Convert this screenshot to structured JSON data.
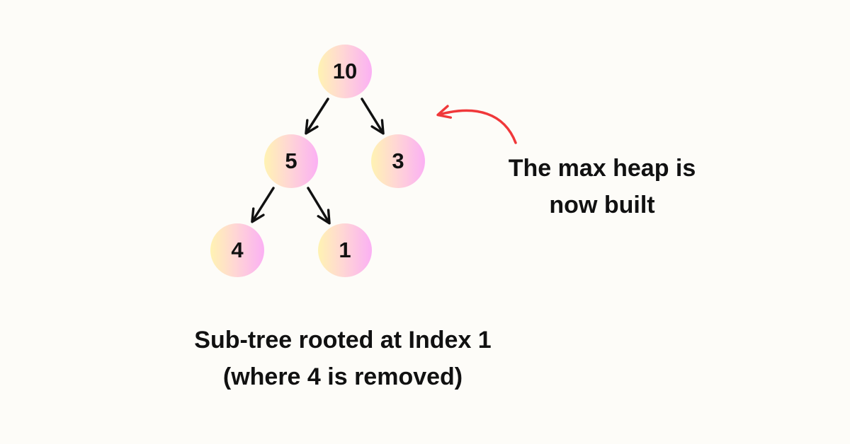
{
  "tree": {
    "nodes": [
      {
        "id": "root",
        "value": "10"
      },
      {
        "id": "left",
        "value": "5"
      },
      {
        "id": "right",
        "value": "3"
      },
      {
        "id": "left-left",
        "value": "4"
      },
      {
        "id": "left-right",
        "value": "1"
      }
    ],
    "edges": [
      {
        "from": "root",
        "to": "left"
      },
      {
        "from": "root",
        "to": "right"
      },
      {
        "from": "left",
        "to": "left-left"
      },
      {
        "from": "left",
        "to": "left-right"
      }
    ]
  },
  "captions": {
    "subtree_line1": "Sub-tree rooted at Index 1",
    "subtree_line2": "(where 4 is removed)",
    "heap_line1": "The max heap is",
    "heap_line2": "now built"
  },
  "colors": {
    "arrow": "#111111",
    "annotation_arrow": "#f0383a",
    "node_gradient_start": "#fff3b3",
    "node_gradient_end": "#fbb0f4",
    "background": "#fdfcf8"
  }
}
